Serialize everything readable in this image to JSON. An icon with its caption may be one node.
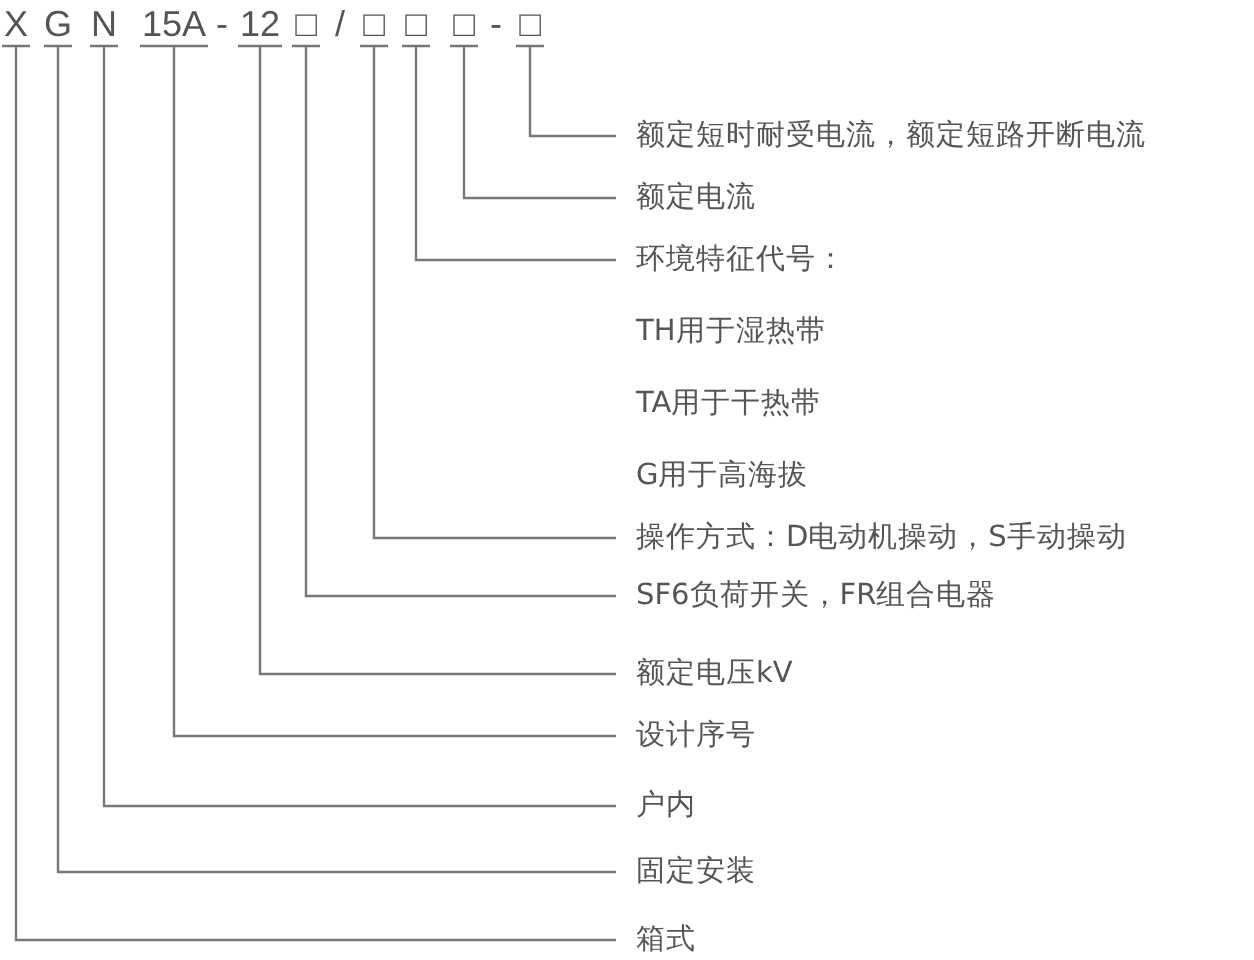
{
  "diagram": {
    "nodes": [
      {
        "text": [
          "X"
        ]
      },
      {
        "text": [
          "G"
        ]
      },
      {
        "text": [
          "N"
        ]
      },
      {
        "text": [
          "15A"
        ]
      },
      {
        "text": [
          "12"
        ]
      },
      {
        "text": [
          "□"
        ]
      },
      {
        "text": [
          "□"
        ]
      },
      {
        "text": [
          "□"
        ]
      },
      {
        "text": [
          "□"
        ]
      },
      {
        "text": [
          "□"
        ]
      },
      {
        "text": [
          "额定短时耐受电流，额定短路开断电流"
        ]
      },
      {
        "text": [
          "额定电流"
        ]
      },
      {
        "text": [
          "环境特征代号：",
          "TH用于湿热带",
          "TA用于干热带",
          "G用于高海拔"
        ]
      },
      {
        "text": [
          "操作方式：D电动机操动，S手动操动"
        ]
      },
      {
        "text": [
          "SF6负荷开关，FR组合电器"
        ]
      },
      {
        "text": [
          "额定电压kV"
        ]
      },
      {
        "text": [
          "设计序号"
        ]
      },
      {
        "text": [
          "户内"
        ]
      },
      {
        "text": [
          "固定安装"
        ]
      },
      {
        "text": [
          "箱式"
        ]
      }
    ],
    "edges": [
      {
        "from": 9,
        "to": 10,
        "arrow": "none"
      },
      {
        "from": 8,
        "to": 11,
        "arrow": "none"
      },
      {
        "from": 7,
        "to": 12,
        "arrow": "none"
      },
      {
        "from": 6,
        "to": 13,
        "arrow": "none"
      },
      {
        "from": 5,
        "to": 14,
        "arrow": "none"
      },
      {
        "from": 4,
        "to": 15,
        "arrow": "none"
      },
      {
        "from": 3,
        "to": 16,
        "arrow": "none"
      },
      {
        "from": 2,
        "to": 17,
        "arrow": "none"
      },
      {
        "from": 1,
        "to": 18,
        "arrow": "none"
      },
      {
        "from": 0,
        "to": 19,
        "arrow": "none"
      }
    ],
    "labels": [
      "-",
      "/",
      "-"
    ]
  }
}
